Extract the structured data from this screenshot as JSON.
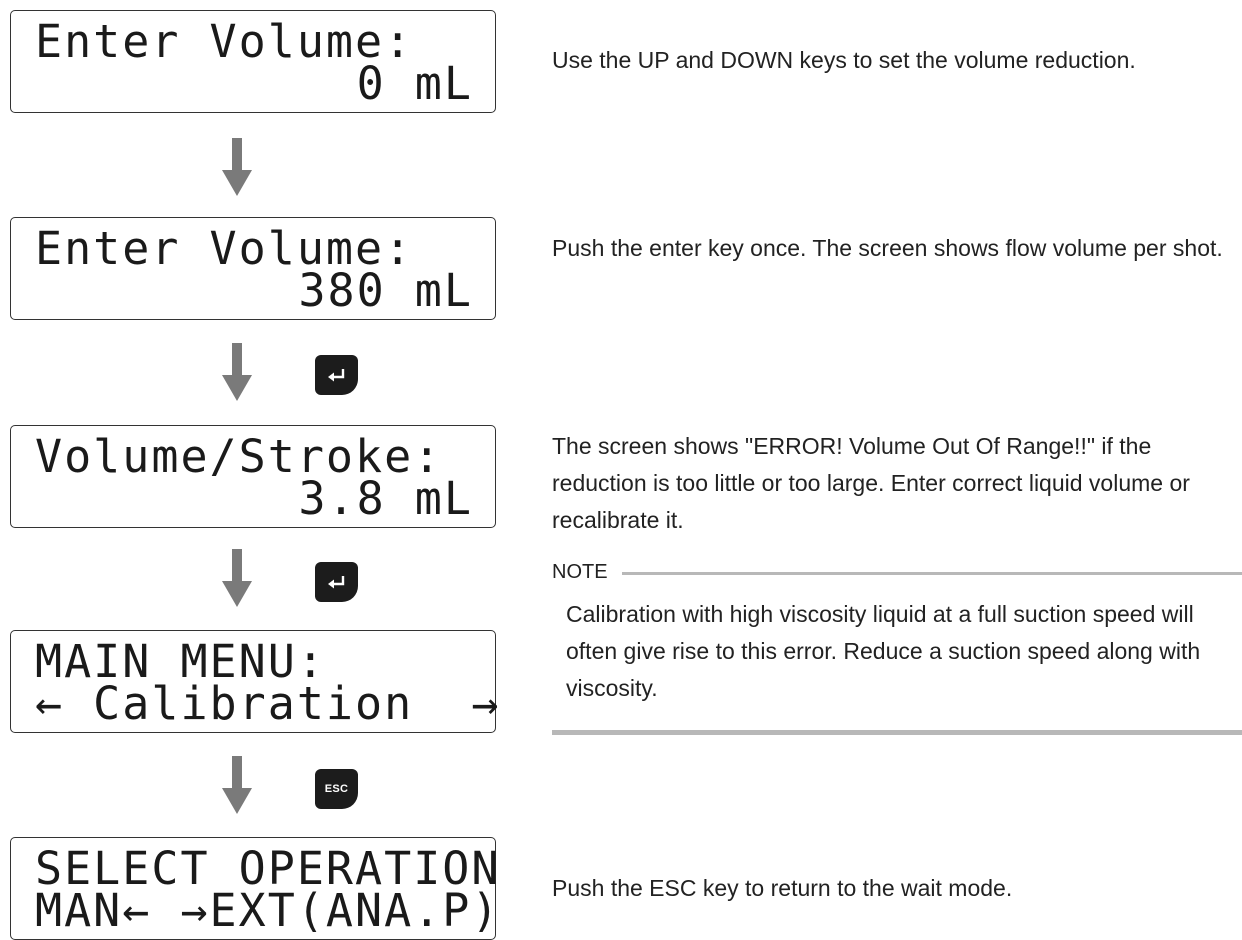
{
  "screens": [
    {
      "line1": "Enter Volume:",
      "line2": "0 mL"
    },
    {
      "line1": "Enter Volume:",
      "line2": "380 mL"
    },
    {
      "line1": "Volume/Stroke:",
      "line2": "3.8 mL"
    },
    {
      "line1": "MAIN MENU:",
      "line2": "← Calibration  →"
    },
    {
      "line1": "SELECT OPERATION",
      "line2": "MAN← →EXT(ANA.P)"
    }
  ],
  "keys": {
    "enter_icon": "enter-key-icon",
    "esc_label": "ESC"
  },
  "instructions": [
    "Use the UP and DOWN keys to set the volume reduction.",
    "Push the enter key once. The screen shows flow volume per shot.",
    "The screen shows \"ERROR! Volume Out Of Range!!\" if the reduction is too little or too large. Enter correct liquid volume or recalibrate it.",
    "Push the ESC key to return to the wait mode."
  ],
  "note": {
    "label": "NOTE",
    "text": "Calibration with high viscosity liquid at a full suction speed will often give rise to this error. Reduce a suction speed along with viscosity."
  },
  "colors": {
    "arrow": "#7a7a7a",
    "key_bg": "#1c1c1c",
    "rule": "#b8b8b8"
  }
}
